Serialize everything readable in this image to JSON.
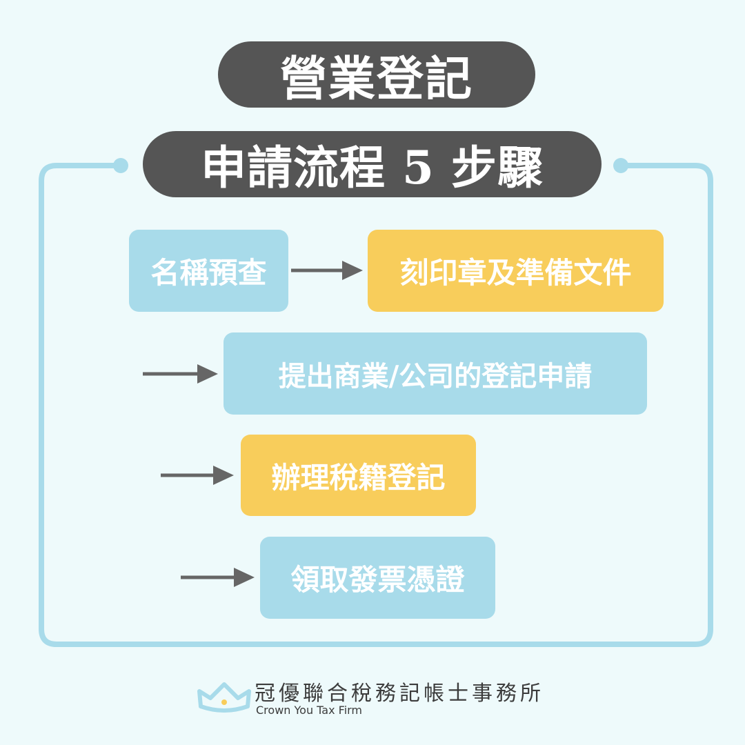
{
  "colors": {
    "background": "#eefafb",
    "frame": "#a8dbea",
    "pill": "#555555",
    "box_blue": "#a8dbea",
    "box_yellow": "#f8cd5b",
    "arrow": "#666666",
    "logo_text": "#3c3c3c"
  },
  "header": {
    "title": "營業登記",
    "subtitle": "申請流程 5 步驟"
  },
  "steps": [
    {
      "label": "名稱預查",
      "color": "blue"
    },
    {
      "label": "刻印章及準備文件",
      "color": "yellow"
    },
    {
      "label": "提出商業/公司的登記申請",
      "color": "blue"
    },
    {
      "label": "辦理稅籍登記",
      "color": "yellow"
    },
    {
      "label": "領取發票憑證",
      "color": "blue"
    }
  ],
  "footer": {
    "brand_cn": "冠優聯合稅務記帳士事務所",
    "brand_en": "Crown You Tax Firm",
    "icon": "crown-icon"
  }
}
